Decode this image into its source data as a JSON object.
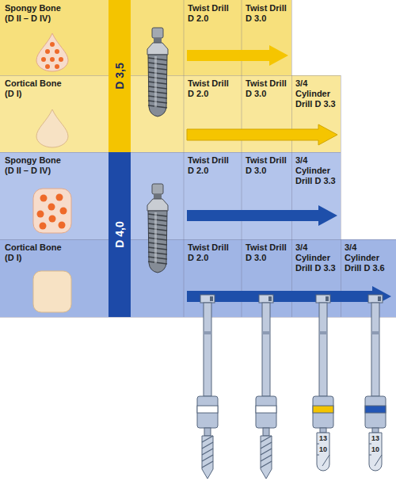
{
  "diagram": {
    "nodes": [
      {
        "text": [
          "Spongy Bone (D II – D IV)"
        ]
      },
      {
        "text": [
          "D 3,5"
        ]
      },
      {
        "text": [
          "Twist Drill D 2.0"
        ]
      },
      {
        "text": [
          "Twist Drill D 3.0"
        ]
      },
      {
        "text": [
          "Cortical Bone (D I)"
        ]
      },
      {
        "text": [
          "Twist Drill D 2.0"
        ]
      },
      {
        "text": [
          "Twist Drill D 3.0"
        ]
      },
      {
        "text": [
          "3/4 Cylinder Drill D 3.3"
        ]
      },
      {
        "text": [
          "Spongy Bone (D II – D IV)"
        ]
      },
      {
        "text": [
          "D 4,0"
        ]
      },
      {
        "text": [
          "Twist Drill D 2.0"
        ]
      },
      {
        "text": [
          "Twist Drill D 3.0"
        ]
      },
      {
        "text": [
          "3/4 Cylinder Drill D 3.3"
        ]
      },
      {
        "text": [
          "Cortical Bone (D I)"
        ]
      },
      {
        "text": [
          "Twist Drill D 2.0"
        ]
      },
      {
        "text": [
          "Twist Drill D 3.0"
        ]
      },
      {
        "text": [
          "3/4 Cylinder Drill D 3.3"
        ]
      },
      {
        "text": [
          "3/4 Cylinder Drill D 3.6"
        ]
      }
    ],
    "labels": [
      "13",
      "10",
      "13",
      "10"
    ]
  }
}
